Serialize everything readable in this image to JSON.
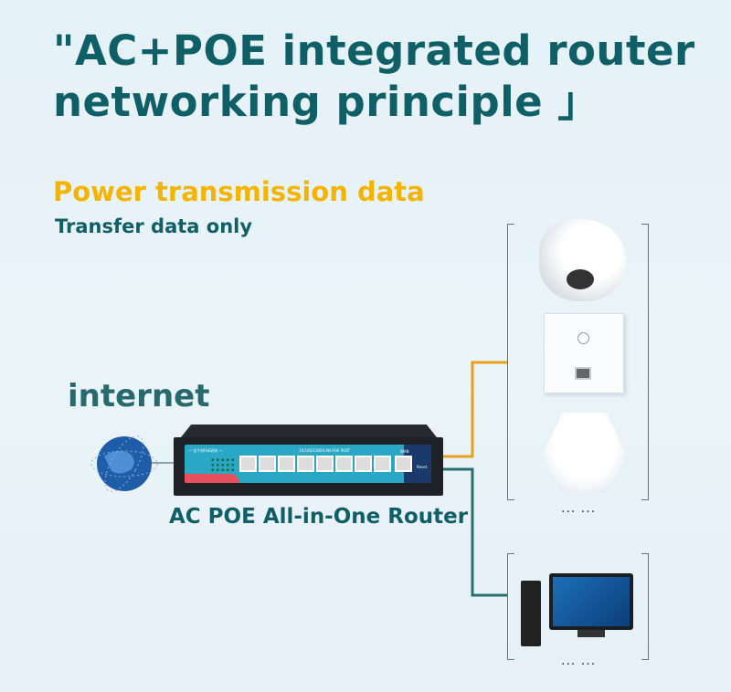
{
  "title": "\"AC+POE integrated router networking principle 」",
  "legend": {
    "power_transmission": "Power transmission data",
    "transfer_only": "Transfer data only"
  },
  "internet_label": "internet",
  "router": {
    "label": "AC POE All-in-One Router",
    "port_label": "10/100/1000/LAN POE PORT",
    "brand_label": "— 全千兆PoE网关 —",
    "wan_label": "WAN",
    "reset_label": "Reset"
  },
  "groups": {
    "poe_devices": [
      "dome-camera",
      "wall-panel-ap",
      "ceiling-ap"
    ],
    "poe_more": "··· ···",
    "data_devices": [
      "desktop-computer"
    ],
    "data_more": "··· ···"
  },
  "colors": {
    "title": "#0f5f66",
    "power": "#f5b400",
    "power_line": "#e8a01c",
    "data_line": "#2b6e70"
  }
}
